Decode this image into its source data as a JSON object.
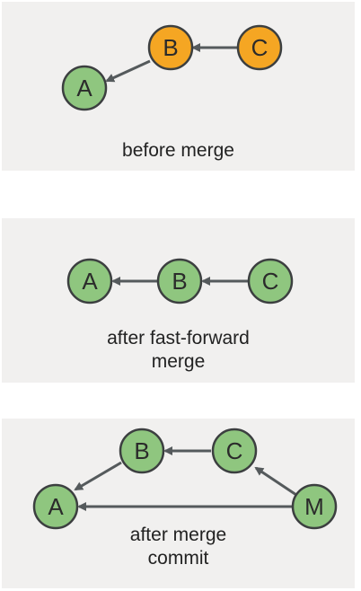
{
  "colors": {
    "green": "#8fc67f",
    "orange": "#f5a623",
    "stroke": "#3c3f40",
    "panel": "#f1f0ef"
  },
  "panels": [
    {
      "caption": [
        "before merge"
      ],
      "nodes": [
        {
          "id": "A",
          "label": "A",
          "color": "green"
        },
        {
          "id": "B",
          "label": "B",
          "color": "orange"
        },
        {
          "id": "C",
          "label": "C",
          "color": "orange"
        }
      ],
      "edges": [
        {
          "from": "B",
          "to": "A"
        },
        {
          "from": "C",
          "to": "B"
        }
      ]
    },
    {
      "caption": [
        "after fast-forward",
        "merge"
      ],
      "nodes": [
        {
          "id": "A",
          "label": "A",
          "color": "green"
        },
        {
          "id": "B",
          "label": "B",
          "color": "green"
        },
        {
          "id": "C",
          "label": "C",
          "color": "green"
        }
      ],
      "edges": [
        {
          "from": "B",
          "to": "A"
        },
        {
          "from": "C",
          "to": "B"
        }
      ]
    },
    {
      "caption": [
        "after merge",
        "commit"
      ],
      "nodes": [
        {
          "id": "A",
          "label": "A",
          "color": "green"
        },
        {
          "id": "B",
          "label": "B",
          "color": "green"
        },
        {
          "id": "C",
          "label": "C",
          "color": "green"
        },
        {
          "id": "M",
          "label": "M",
          "color": "green"
        }
      ],
      "edges": [
        {
          "from": "B",
          "to": "A"
        },
        {
          "from": "C",
          "to": "B"
        },
        {
          "from": "M",
          "to": "C"
        },
        {
          "from": "M",
          "to": "A"
        }
      ]
    }
  ]
}
